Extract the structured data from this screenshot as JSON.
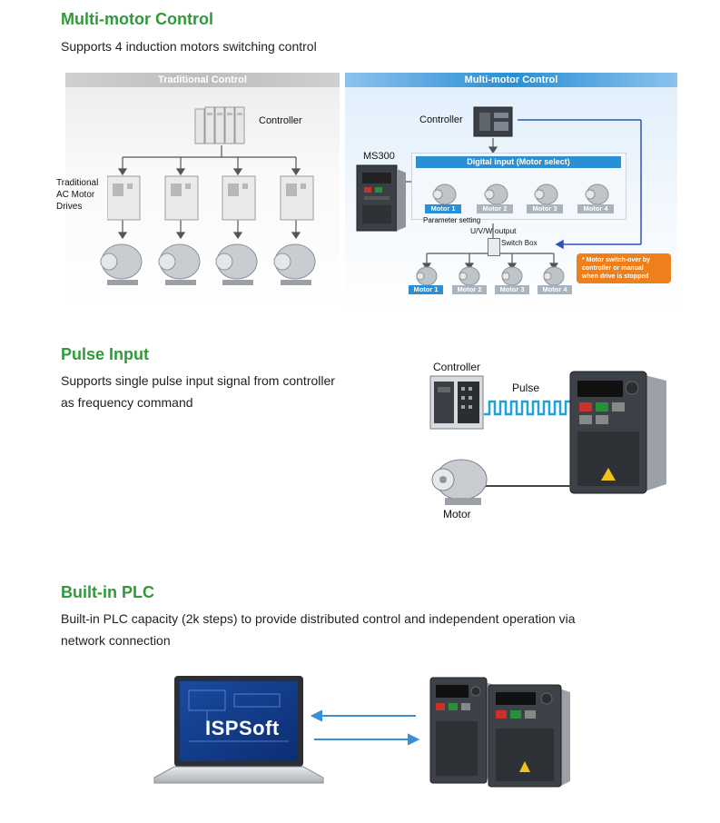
{
  "sections": {
    "multi": {
      "title": "Multi-motor Control",
      "description": "Supports 4 induction motors switching control",
      "traditional": {
        "header": "Traditional Control",
        "controller_label": "Controller",
        "drives_label_1": "Traditional",
        "drives_label_2": "AC Motor",
        "drives_label_3": "Drives"
      },
      "multi_panel": {
        "header": "Multi-motor Control",
        "controller_label": "Controller",
        "drive_label": "MS300",
        "digital_input": "Digital input (Motor select)",
        "parameter_setting": "Parameter setting",
        "uvw_output": "U/V/W output",
        "switch_box": "Switch Box",
        "motors_top": [
          "Motor 1",
          "Motor 2",
          "Motor 3",
          "Motor 4"
        ],
        "motors_bottom": [
          "Motor 1",
          "Motor 2",
          "Motor 3",
          "Motor 4"
        ],
        "note_1": "* Motor switch-over by",
        "note_2": "controller or manual",
        "note_3": "when drive is stopped"
      }
    },
    "pulse": {
      "title": "Pulse Input",
      "description_1": "Supports single pulse input signal from controller",
      "description_2": "as frequency command",
      "controller_label": "Controller",
      "pulse_label": "Pulse",
      "motor_label": "Motor"
    },
    "plc": {
      "title": "Built-in PLC",
      "description_1": "Built-in PLC capacity (2k steps) to provide distributed control and independent operation via",
      "description_2": "network connection",
      "software_label": "ISPSoft"
    }
  },
  "colors": {
    "heading": "#2f9a3a",
    "blue": "#2a8fd4",
    "orange": "#ef7f1a",
    "arrow": "#3a8fd6"
  }
}
